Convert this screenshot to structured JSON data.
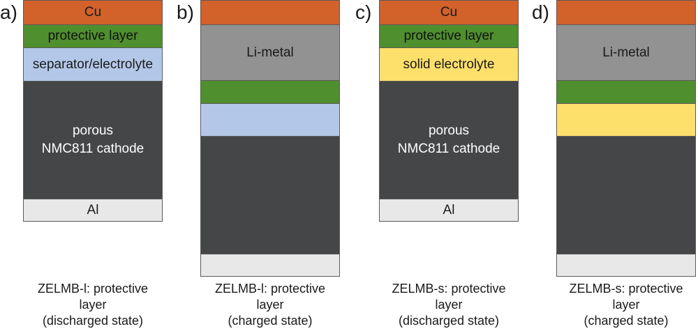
{
  "colors": {
    "cu": "#d2612a",
    "protective": "#4f8f2e",
    "separator": "#b3c8e8",
    "solid_electrolyte": "#fddf6b",
    "cathode": "#444648",
    "al": "#e8e8e8",
    "li_metal": "#929292"
  },
  "panels": [
    {
      "label": "a)",
      "layers": [
        {
          "text": "Cu",
          "color": "#d2612a",
          "text_color": "#1a1a1a"
        },
        {
          "text": "protective layer",
          "color": "#4f8f2e",
          "text_color": "#111111"
        },
        {
          "text": "separator/electrolyte",
          "color": "#b3c8e8",
          "text_color": "#1a1a1a"
        },
        {
          "text": "porous\nNMC811 cathode",
          "color": "#444648",
          "text_color": "#ffffff"
        },
        {
          "text": "Al",
          "color": "#e8e8e8",
          "text_color": "#1a1a1a"
        }
      ],
      "caption": "ZELMB-l: protective\nlayer\n(discharged state)"
    },
    {
      "label": "b)",
      "layers": [
        {
          "text": "",
          "color": "#d2612a",
          "text_color": "#1a1a1a"
        },
        {
          "text": "Li-metal",
          "color": "#929292",
          "text_color": "#1a1a1a"
        },
        {
          "text": "",
          "color": "#4f8f2e",
          "text_color": "#111111"
        },
        {
          "text": "",
          "color": "#b3c8e8",
          "text_color": "#1a1a1a"
        },
        {
          "text": "",
          "color": "#444648",
          "text_color": "#ffffff"
        },
        {
          "text": "",
          "color": "#e8e8e8",
          "text_color": "#1a1a1a"
        }
      ],
      "caption": "ZELMB-l: protective\nlayer\n(charged state)"
    },
    {
      "label": "c)",
      "layers": [
        {
          "text": "Cu",
          "color": "#d2612a",
          "text_color": "#1a1a1a"
        },
        {
          "text": "protective layer",
          "color": "#4f8f2e",
          "text_color": "#111111"
        },
        {
          "text": "solid electrolyte",
          "color": "#fddf6b",
          "text_color": "#1a1a1a"
        },
        {
          "text": "porous\nNMC811 cathode",
          "color": "#444648",
          "text_color": "#ffffff"
        },
        {
          "text": "Al",
          "color": "#e8e8e8",
          "text_color": "#1a1a1a"
        }
      ],
      "caption": "ZELMB-s: protective\nlayer\n(discharged state)"
    },
    {
      "label": "d)",
      "layers": [
        {
          "text": "",
          "color": "#d2612a",
          "text_color": "#1a1a1a"
        },
        {
          "text": "Li-metal",
          "color": "#929292",
          "text_color": "#1a1a1a"
        },
        {
          "text": "",
          "color": "#4f8f2e",
          "text_color": "#111111"
        },
        {
          "text": "",
          "color": "#fddf6b",
          "text_color": "#1a1a1a"
        },
        {
          "text": "",
          "color": "#444648",
          "text_color": "#ffffff"
        },
        {
          "text": "",
          "color": "#e8e8e8",
          "text_color": "#1a1a1a"
        }
      ],
      "caption": "ZELMB-s: protective\nlayer\n(charged state)"
    }
  ]
}
